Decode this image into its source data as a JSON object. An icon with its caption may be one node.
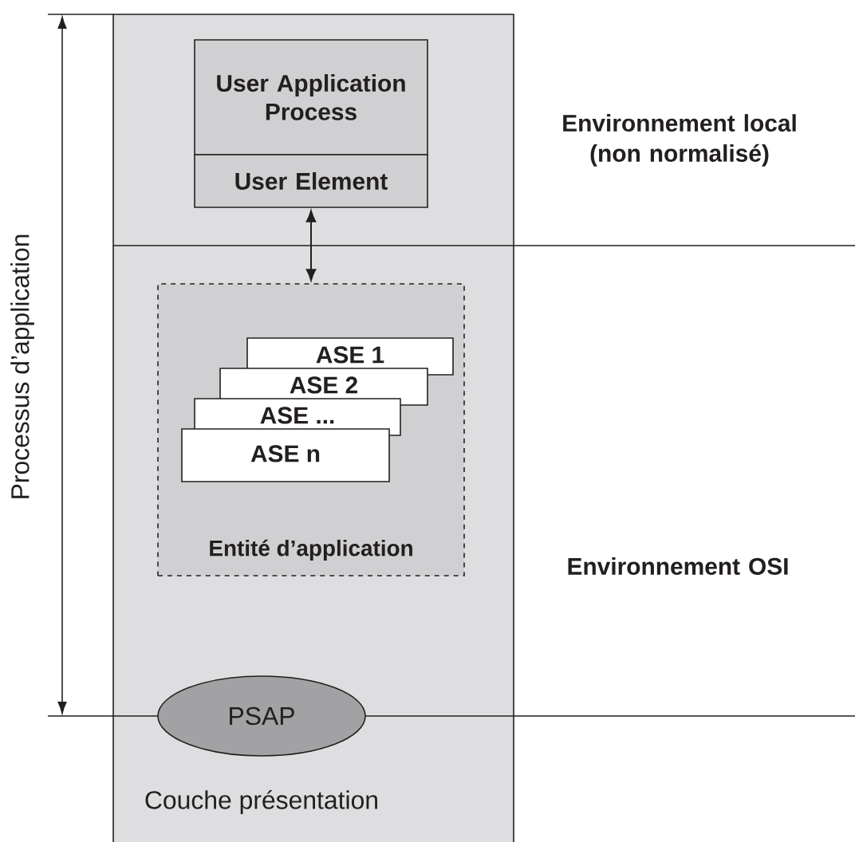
{
  "diagram": {
    "nodes": [
      {
        "text": [
          "User Application Process"
        ]
      },
      {
        "text": [
          "User Element"
        ]
      },
      {
        "text": [
          "Entité d’application"
        ]
      },
      {
        "text": [
          "ASE 1"
        ],
        "in": 2
      },
      {
        "text": [
          "ASE 2"
        ],
        "in": 2
      },
      {
        "text": [
          "ASE ..."
        ],
        "in": 2
      },
      {
        "text": [
          "ASE n"
        ],
        "in": 2
      },
      {
        "text": [
          "PSAP"
        ]
      }
    ],
    "edges": [
      {
        "from": 1,
        "to": 2,
        "arrow": "both"
      }
    ],
    "labels": [
      "Processus d’application",
      "Environnement local (non normalisé)",
      "Environnement OSI",
      "Couche présentation"
    ]
  }
}
